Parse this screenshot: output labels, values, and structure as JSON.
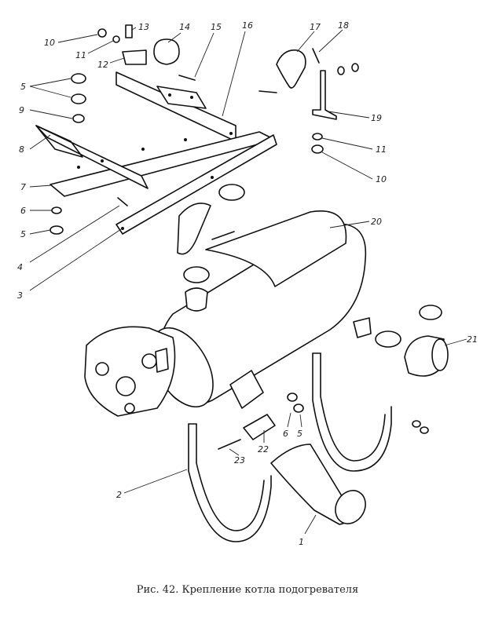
{
  "caption": "Рис. 42. Крепление котла подогревателя",
  "callouts": [
    "1",
    "2",
    "3",
    "4",
    "5",
    "6",
    "7",
    "8",
    "9",
    "10",
    "11",
    "12",
    "13",
    "14",
    "15",
    "16",
    "17",
    "18",
    "19",
    "20",
    "21",
    "22",
    "23"
  ]
}
